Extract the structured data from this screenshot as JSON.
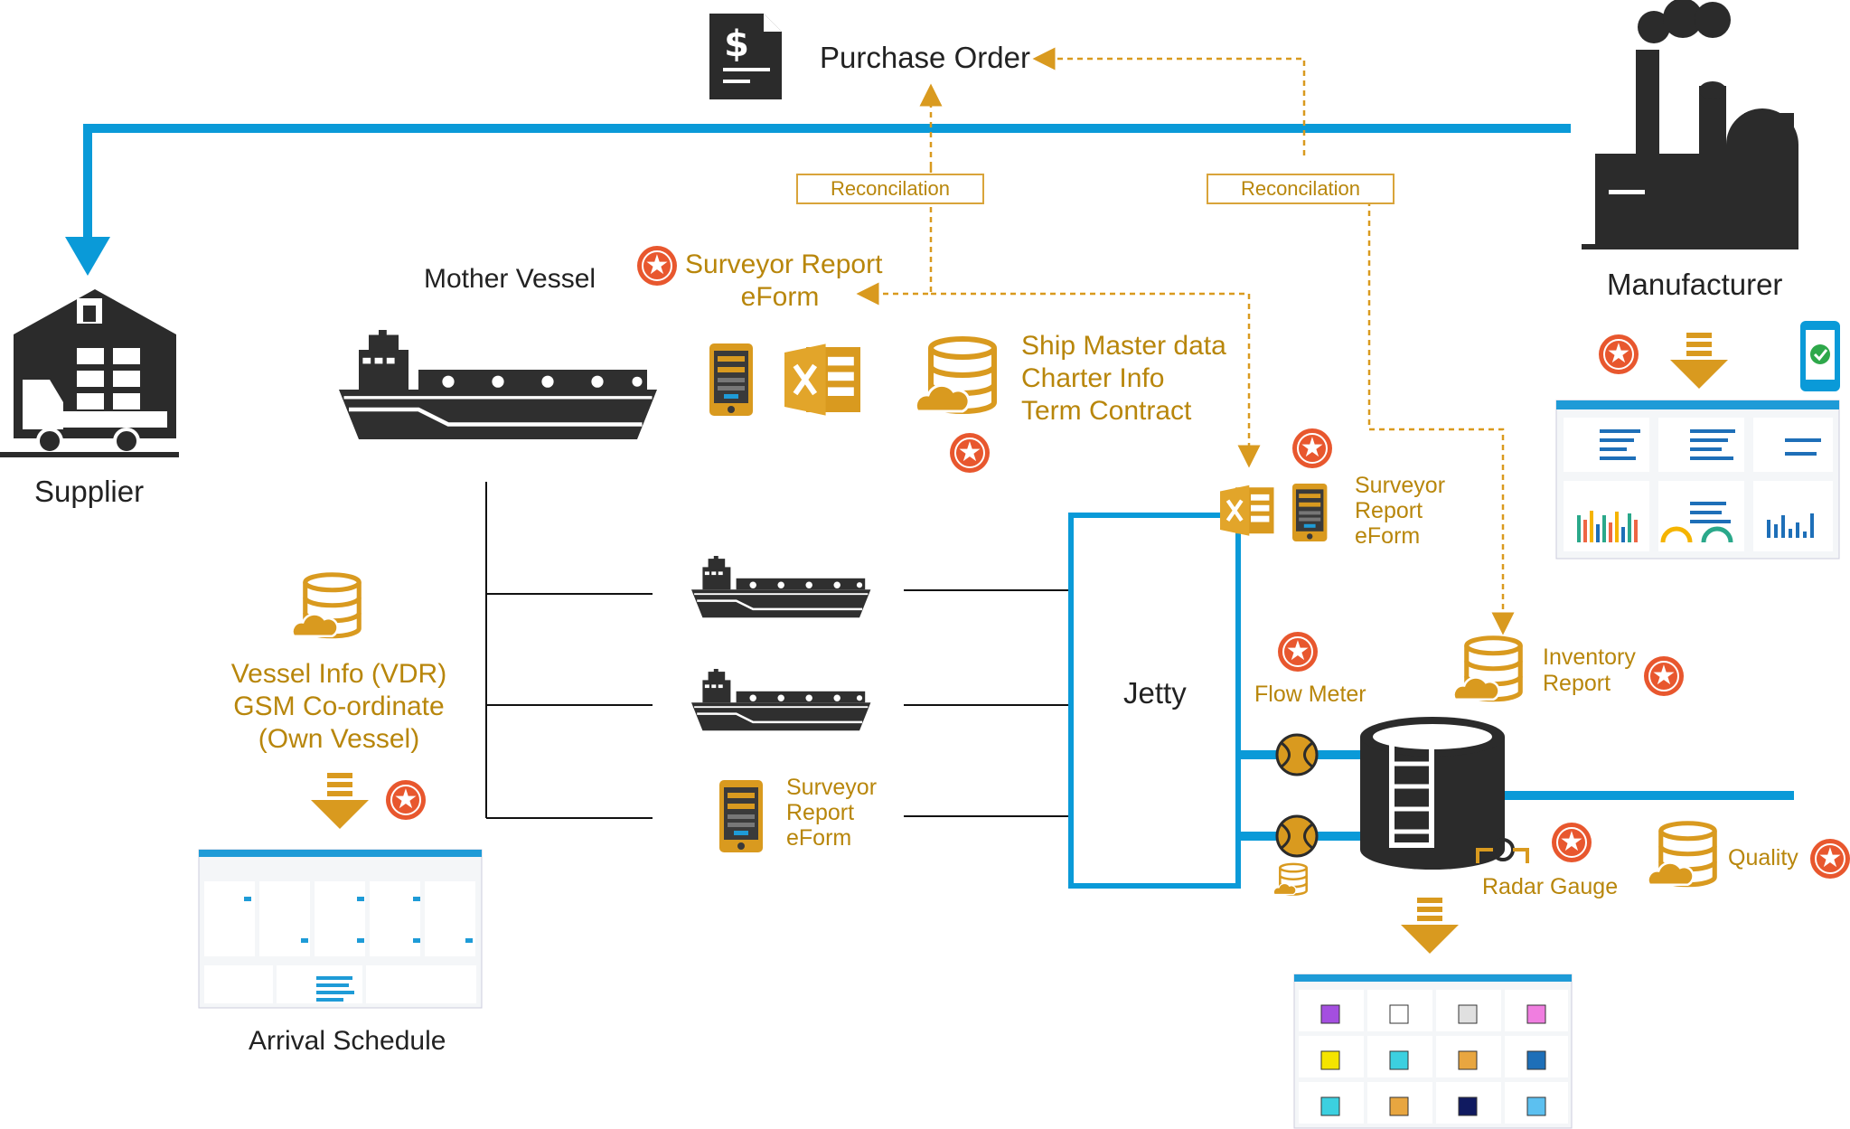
{
  "nodes": {
    "purchase_order": "Purchase Order",
    "manufacturer": "Manufacturer",
    "supplier": "Supplier",
    "mother_vessel": "Mother Vessel",
    "jetty": "Jetty",
    "arrival_schedule": "Arrival Schedule"
  },
  "reconciliation": [
    "Reconcilation",
    "Reconcilation"
  ],
  "labels": {
    "surveyor_top": [
      "Surveyor Report",
      "eForm"
    ],
    "ship_master": [
      "Ship Master data",
      "Charter Info",
      "Term Contract"
    ],
    "surveyor_jetty": [
      "Surveyor",
      "Report",
      "eForm"
    ],
    "surveyor_barge": [
      "Surveyor",
      "Report",
      "eForm"
    ],
    "vessel_info": [
      "Vessel Info (VDR)",
      "GSM Co-ordinate",
      "(Own Vessel)"
    ],
    "flow_meter": "Flow Meter",
    "inventory_report": [
      "Inventory",
      "Report"
    ],
    "radar_gauge": "Radar Gauge",
    "quality": "Quality"
  },
  "icons": {
    "star": "star-badge-icon",
    "database": "cloud-database-icon",
    "document": "invoice-document-icon",
    "factory": "factory-icon",
    "warehouse": "warehouse-truck-icon",
    "ship": "tanker-ship-icon",
    "excel": "excel-icon",
    "mobile": "mobile-form-icon",
    "tank": "storage-tank-icon"
  },
  "colors": {
    "pipe": "#0a9ad8",
    "accent": "#d99a1f",
    "star": "#e8572e",
    "dark": "#2b2b2b"
  }
}
